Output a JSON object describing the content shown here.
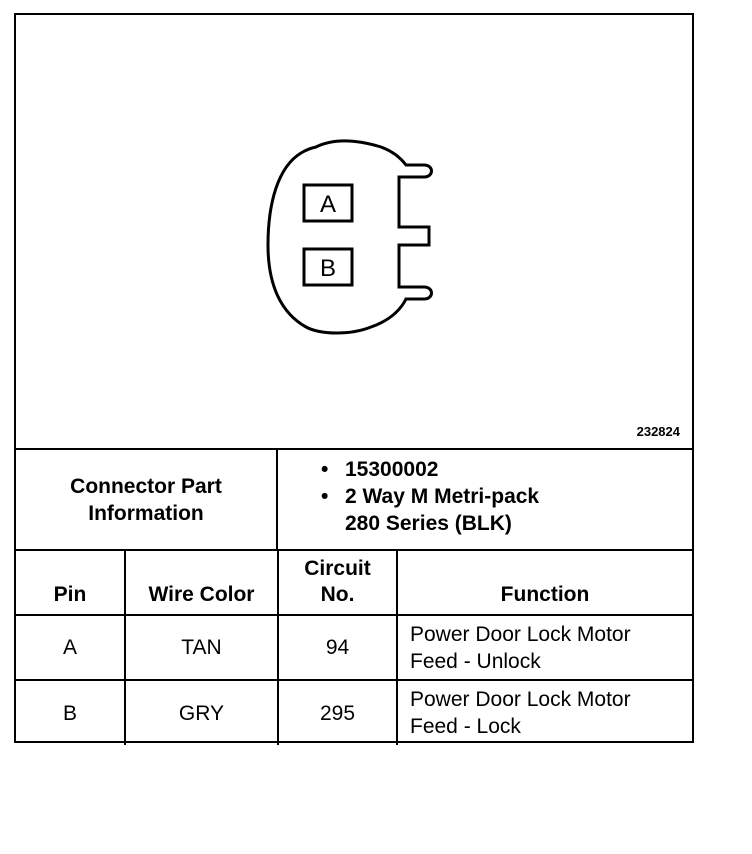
{
  "diagram": {
    "pin_labels": [
      "A",
      "B"
    ],
    "figure_number": "232824"
  },
  "connector_info": {
    "label": "Connector Part Information",
    "items": [
      "15300002",
      "2 Way M Metri-pack",
      "280 Series (BLK)"
    ]
  },
  "pin_table": {
    "headers": [
      "Pin",
      "Wire Color",
      "Circuit No.",
      "Function"
    ],
    "rows": [
      {
        "pin": "A",
        "wire_color": "TAN",
        "circuit": "94",
        "function_line1": "Power Door Lock Motor",
        "function_line2": "Feed - Unlock"
      },
      {
        "pin": "B",
        "wire_color": "GRY",
        "circuit": "295",
        "function_line1": "Power Door Lock Motor",
        "function_line2": "Feed - Lock"
      }
    ]
  },
  "bullet_glyph": "•"
}
